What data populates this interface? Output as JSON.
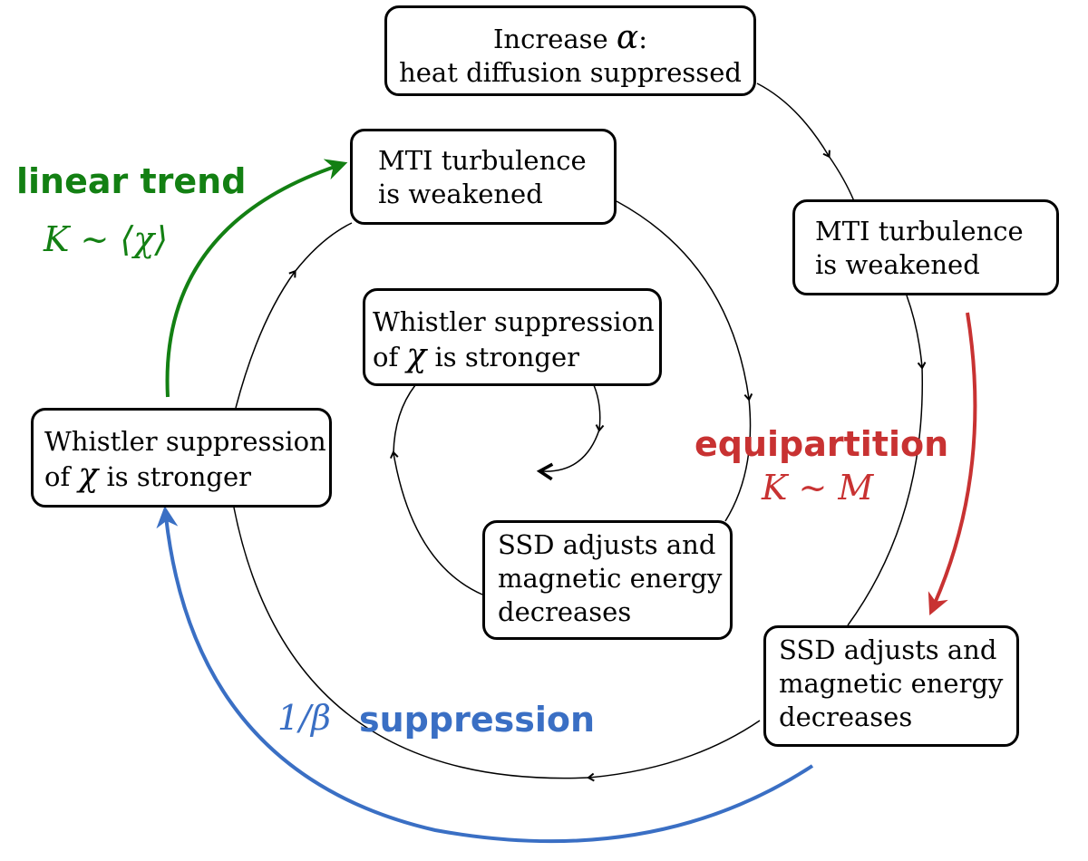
{
  "colors": {
    "green": "#138013",
    "red": "#c83232",
    "blue": "#3a6fc4",
    "stroke": "#000000"
  },
  "nodes": {
    "increase_alpha": {
      "line1_text": "Increase ",
      "line1_math": "α",
      "line1_colon": ":",
      "line2": "heat diffusion suppressed"
    },
    "mti_outer": {
      "line1": "MTI turbulence",
      "line2": "is weakened"
    },
    "ssd_outer": {
      "line1": "SSD adjusts and",
      "line2": "magnetic energy",
      "line3": "decreases"
    },
    "whistler_outer": {
      "line1": "Whistler suppression",
      "line2_pre": "of ",
      "line2_math": "χ",
      "line2_post": " is stronger"
    },
    "mti_middle": {
      "line1": "MTI turbulence",
      "line2": "is weakened"
    },
    "ssd_inner": {
      "line1": "SSD adjusts and",
      "line2": "magnetic energy",
      "line3": "decreases"
    },
    "whistler_inner": {
      "line1": "Whistler suppression",
      "line2_pre": "of ",
      "line2_math": "χ",
      "line2_post": " is stronger"
    }
  },
  "labels": {
    "linear_trend": {
      "title": "linear trend",
      "formula": "K ∼ ⟨χ⟩"
    },
    "equipartition": {
      "title": "equipartition",
      "formula": "K ∼ M"
    },
    "suppression": {
      "formula": "1/β",
      "title": "suppression"
    }
  }
}
